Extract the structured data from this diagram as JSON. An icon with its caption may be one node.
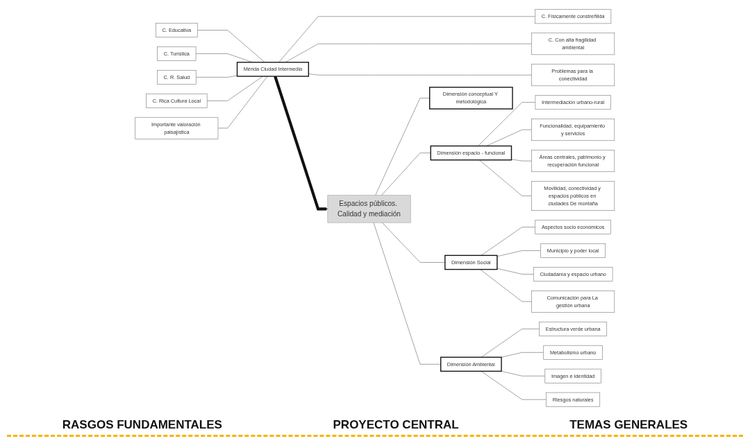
{
  "diagram": {
    "nodes": [
      {
        "text": [
          "C. Educativa"
        ]
      },
      {
        "text": [
          "C. Turística"
        ]
      },
      {
        "text": [
          "C. R. Salud"
        ]
      },
      {
        "text": [
          "C. Rica Cultura Local"
        ]
      },
      {
        "text": [
          "Importante valoración paisajística"
        ]
      },
      {
        "text": [
          "Mérida Ciudad Intermedia"
        ]
      },
      {
        "text": [
          "C. Físicamente constreñiida"
        ]
      },
      {
        "text": [
          "C. Con alta fragilidad ambiental"
        ]
      },
      {
        "text": [
          "Problemas para la conectividad"
        ]
      },
      {
        "text": [
          "Espacios públicos. Calidad y mediación"
        ]
      },
      {
        "text": [
          "Dimensión conceptual Y metodológica"
        ]
      },
      {
        "text": [
          "Dimensión espacio - funcional"
        ]
      },
      {
        "text": [
          "Intermediación urbano-rural"
        ]
      },
      {
        "text": [
          "Funcionalidad, equipamiento y servicios"
        ]
      },
      {
        "text": [
          "Áreas centrales, patrimonio y recuperación funcional"
        ]
      },
      {
        "text": [
          "Movilidad, conectividad y espacios públicos en ciudades De montaña"
        ]
      },
      {
        "text": [
          "Dimensión Social"
        ]
      },
      {
        "text": [
          "Aspectos socio económicos"
        ]
      },
      {
        "text": [
          "Municipio y poder local"
        ]
      },
      {
        "text": [
          "Ciudadanía y espacio urbano"
        ]
      },
      {
        "text": [
          "Comunicación para La gestión urbana"
        ]
      },
      {
        "text": [
          "Dimensión Ambiental"
        ]
      },
      {
        "text": [
          "Estructura verde urbana"
        ]
      },
      {
        "text": [
          "Metabolismo urbano"
        ]
      },
      {
        "text": [
          "Imagen e identidad"
        ]
      },
      {
        "text": [
          "Riesgos naturales"
        ]
      }
    ],
    "edges": [
      {
        "from": 0,
        "to": 5,
        "arrow": "none"
      },
      {
        "from": 1,
        "to": 5,
        "arrow": "none"
      },
      {
        "from": 2,
        "to": 5,
        "arrow": "none"
      },
      {
        "from": 3,
        "to": 5,
        "arrow": "none"
      },
      {
        "from": 4,
        "to": 5,
        "arrow": "none"
      },
      {
        "from": 5,
        "to": 6,
        "arrow": "none"
      },
      {
        "from": 5,
        "to": 7,
        "arrow": "none"
      },
      {
        "from": 5,
        "to": 8,
        "arrow": "none"
      },
      {
        "from": 5,
        "to": 9,
        "arrow": "to",
        "style": "thick",
        "color": "#111111"
      },
      {
        "from": 9,
        "to": 10,
        "arrow": "none"
      },
      {
        "from": 9,
        "to": 11,
        "arrow": "none"
      },
      {
        "from": 11,
        "to": 12,
        "arrow": "none"
      },
      {
        "from": 11,
        "to": 13,
        "arrow": "none"
      },
      {
        "from": 11,
        "to": 14,
        "arrow": "none"
      },
      {
        "from": 11,
        "to": 15,
        "arrow": "none"
      },
      {
        "from": 9,
        "to": 16,
        "arrow": "none"
      },
      {
        "from": 16,
        "to": 17,
        "arrow": "none"
      },
      {
        "from": 16,
        "to": 18,
        "arrow": "none"
      },
      {
        "from": 16,
        "to": 19,
        "arrow": "none"
      },
      {
        "from": 16,
        "to": 20,
        "arrow": "none"
      },
      {
        "from": 9,
        "to": 21,
        "arrow": "none"
      },
      {
        "from": 21,
        "to": 22,
        "arrow": "none"
      },
      {
        "from": 21,
        "to": 23,
        "arrow": "none"
      },
      {
        "from": 21,
        "to": 24,
        "arrow": "none"
      },
      {
        "from": 21,
        "to": 25,
        "arrow": "none"
      }
    ],
    "labels": [
      "RASGOS FUNDAMENTALES",
      "PROYECTO CENTRAL",
      "TEMAS GENERALES"
    ]
  }
}
